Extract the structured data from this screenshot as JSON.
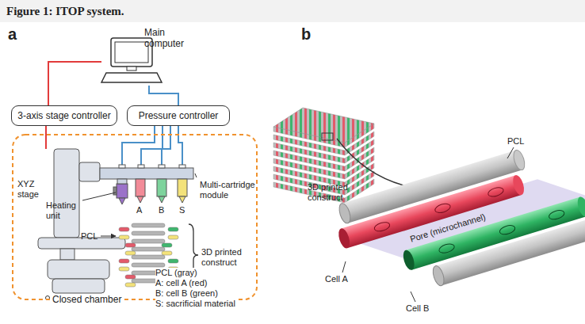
{
  "diagram": {
    "title": "Figure 1: ITOP system.",
    "nodes": [
      {
        "text": [
          "Main computer"
        ]
      },
      {
        "text": [
          "3-axis stage controller"
        ]
      },
      {
        "text": [
          "Pressure controller"
        ]
      },
      {
        "text": [
          "Closed chamber"
        ]
      }
    ],
    "edges": [
      {
        "from": 0,
        "to": 1,
        "arrow": "none"
      },
      {
        "from": 0,
        "to": 2,
        "arrow": "none"
      }
    ],
    "labels": [
      "a",
      "b",
      "XYZ stage",
      "Heating unit",
      "PCL",
      "A",
      "B",
      "S",
      "Multi-cartridge module",
      "3D printed construct",
      "PCL (gray)",
      "A: cell A (red)",
      "B: cell B (green)",
      "S: sacrificial material",
      "3D printed construct",
      "PCL",
      "Pore (microchannel)",
      "Cell A",
      "Cell B"
    ]
  }
}
